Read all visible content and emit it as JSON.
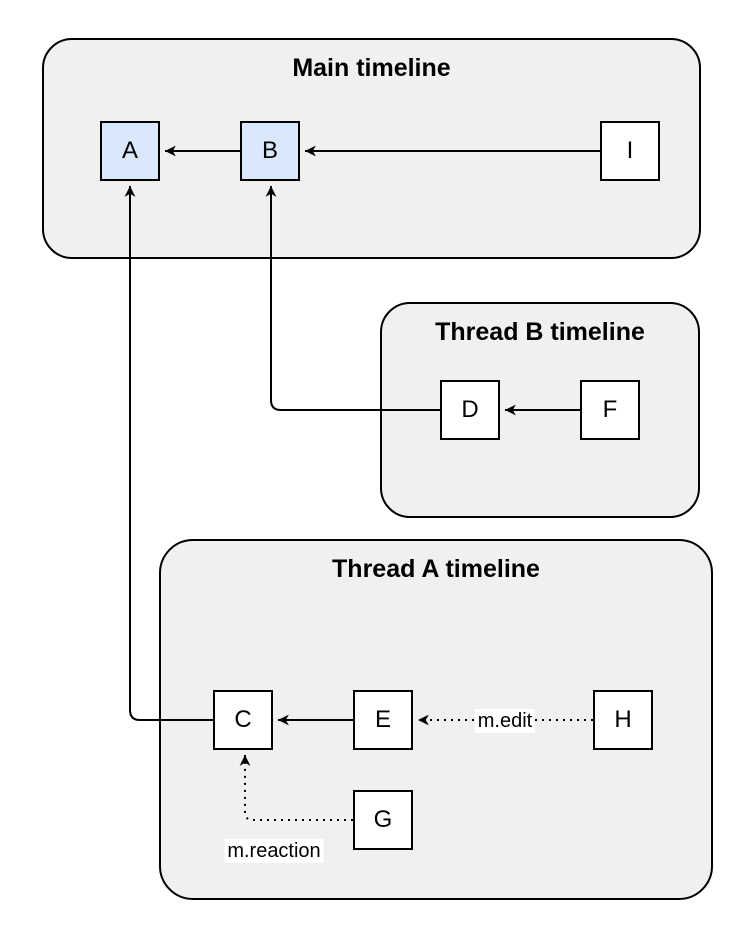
{
  "diagram": {
    "containers": [
      {
        "id": "main",
        "title": "Main timeline"
      },
      {
        "id": "thread-b",
        "title": "Thread B timeline"
      },
      {
        "id": "thread-a",
        "title": "Thread A timeline"
      }
    ],
    "nodes": [
      {
        "id": "A",
        "label": "A",
        "container": "main",
        "highlighted": true
      },
      {
        "id": "B",
        "label": "B",
        "container": "main",
        "highlighted": true
      },
      {
        "id": "I",
        "label": "I",
        "container": "main",
        "highlighted": false
      },
      {
        "id": "D",
        "label": "D",
        "container": "thread-b",
        "highlighted": false
      },
      {
        "id": "F",
        "label": "F",
        "container": "thread-b",
        "highlighted": false
      },
      {
        "id": "C",
        "label": "C",
        "container": "thread-a",
        "highlighted": false
      },
      {
        "id": "E",
        "label": "E",
        "container": "thread-a",
        "highlighted": false
      },
      {
        "id": "H",
        "label": "H",
        "container": "thread-a",
        "highlighted": false
      },
      {
        "id": "G",
        "label": "G",
        "container": "thread-a",
        "highlighted": false
      }
    ],
    "edges": [
      {
        "from": "B",
        "to": "A",
        "style": "solid",
        "label": ""
      },
      {
        "from": "I",
        "to": "B",
        "style": "solid",
        "label": ""
      },
      {
        "from": "F",
        "to": "D",
        "style": "solid",
        "label": ""
      },
      {
        "from": "D",
        "to": "B",
        "style": "solid",
        "label": ""
      },
      {
        "from": "E",
        "to": "C",
        "style": "solid",
        "label": ""
      },
      {
        "from": "C",
        "to": "A",
        "style": "solid",
        "label": ""
      },
      {
        "from": "H",
        "to": "E",
        "style": "dotted",
        "label": "m.edit"
      },
      {
        "from": "G",
        "to": "C",
        "style": "dotted",
        "label": "m.reaction"
      }
    ],
    "colors": {
      "canvas_background": "#ffffff",
      "container_fill": "#f0f0f0",
      "container_border": "#000000",
      "node_fill_default": "#ffffff",
      "node_fill_highlight": "#dae8fc",
      "node_border": "#000000",
      "edge_color": "#000000",
      "edge_label_background": "#ffffff"
    }
  }
}
